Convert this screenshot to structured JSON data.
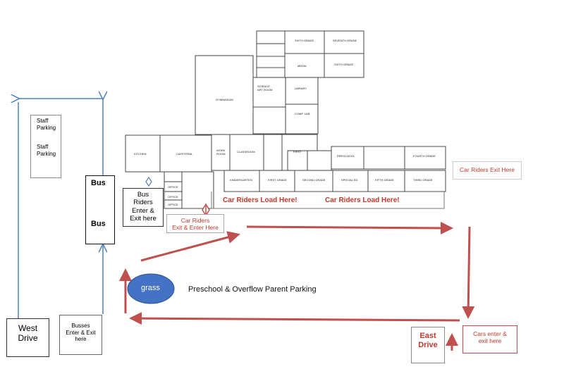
{
  "labels": {
    "staff_parking_1": "Staff\nParking",
    "staff_parking_2": "Staff\nParking",
    "bus_1": "Bus",
    "bus_2": "Bus",
    "bus_riders": "Bus\nRiders\nEnter &\nExit here",
    "car_riders_exit_enter": "Car Riders\nExit & Enter Here",
    "car_riders_load_1": "Car Riders Load Here!",
    "car_riders_load_2": "Car Riders Load Here!",
    "car_riders_exit": "Car Riders Exit Here",
    "grass": "grass",
    "preschool_parking": "Preschool & Overflow Parent Parking",
    "west_drive": "West\nDrive",
    "busses_enter_exit": "Busses\nEnter & Exit\nhere",
    "east_drive": "East\nDrive",
    "cars_enter_exit": "Cars enter &\nexit here"
  },
  "rooms": {
    "sixth_grade": "SIXTH GRADE",
    "seventh_grade": "SEVENTH GRADE",
    "media": "MEDIA",
    "sixth_grade_2": "SIXTH GRADE",
    "gymnasium": "GYMNASIUM",
    "library": "LIBRARY",
    "science_art_room": "SCIENCE\nART ROOM",
    "comp_lab": "COMP. LAB",
    "kitchen": "KITCHEN",
    "cafeteria": "CAFETERIA",
    "work_room": "WORK\nROOM",
    "classroom": "CLASSROOM",
    "preschool": "PRESCHOOL",
    "first_grade_upper": "FIRST",
    "fourth_grade": "FOURTH GRADE",
    "kindergarten": "KINDERGARTEN",
    "first_grade": "FIRST GRADE",
    "second_grade": "SECOND GRADE",
    "special_ed": "SPECIAL ED",
    "fifth_grade": "FIFTH GRADE",
    "third_grade": "THIRD GRADE",
    "office_1": "OFFICE",
    "office_2": "OFFICE",
    "office_3": "OFFICE"
  },
  "colors": {
    "car_route": "#c0504d",
    "bus_route": "#4f81bd",
    "grass": "#4472c4",
    "car_text": "#c0392b"
  }
}
